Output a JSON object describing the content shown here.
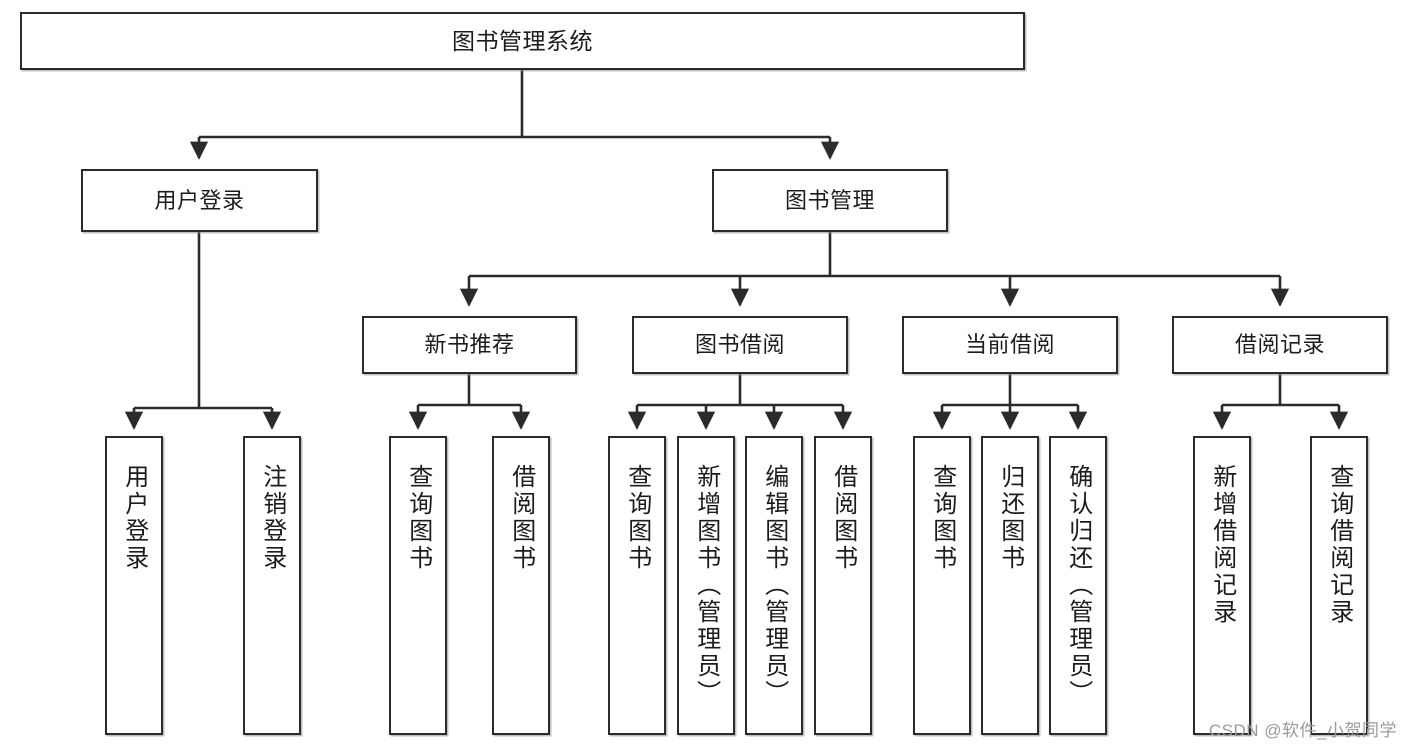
{
  "diagram": {
    "title": "图书管理系统",
    "type": "hierarchy-tree",
    "stroke_color": "#2b2b2b",
    "fill_color": "#ffffff",
    "text_color": "#1c1c1c"
  },
  "nodes": {
    "root": {
      "label": "图书管理系统"
    },
    "level2": [
      {
        "label": "用户登录"
      },
      {
        "label": "图书管理"
      }
    ],
    "level3": [
      {
        "label": "新书推荐"
      },
      {
        "label": "图书借阅"
      },
      {
        "label": "当前借阅"
      },
      {
        "label": "借阅记录"
      }
    ],
    "leaves": {
      "user_login": [
        {
          "label": "用户登录"
        },
        {
          "label": "注销登录"
        }
      ],
      "new_book": [
        {
          "label": "查询图书"
        },
        {
          "label": "借阅图书"
        }
      ],
      "book_borrow": [
        {
          "label": "查询图书"
        },
        {
          "label": "新增图书（管理员）"
        },
        {
          "label": "编辑图书（管理员）"
        },
        {
          "label": "借阅图书"
        }
      ],
      "current_borrow": [
        {
          "label": "查询图书"
        },
        {
          "label": "归还图书"
        },
        {
          "label": "确认归还（管理员）"
        }
      ],
      "borrow_record": [
        {
          "label": "新增借阅记录"
        },
        {
          "label": "查询借阅记录"
        }
      ]
    }
  },
  "watermark": {
    "text": "CSDN @软件_小贺同学"
  }
}
